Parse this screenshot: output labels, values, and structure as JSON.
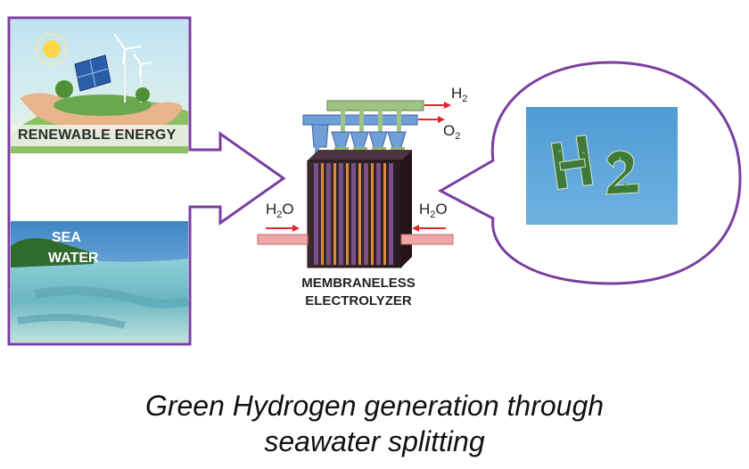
{
  "left_panel": {
    "top_image_label": "RENEWABLE ENERGY",
    "bottom_image_label_line1": "SEA",
    "bottom_image_label_line2": "WATER"
  },
  "electrolyzer": {
    "label_line1": "MEMBRANELESS",
    "label_line2": "ELECTROLYZER",
    "outputs": {
      "h2": "H",
      "h2_sub": "2",
      "o2": "O",
      "o2_sub": "2"
    },
    "inputs": {
      "left_h2o_a": "H",
      "left_h2o_sub": "2",
      "left_h2o_b": "O",
      "right_h2o_a": "H",
      "right_h2o_sub": "2",
      "right_h2o_b": "O"
    }
  },
  "caption": {
    "line1": "Green Hydrogen generation through",
    "line2": "seawater splitting"
  },
  "colors": {
    "outline": "#7a3ea0",
    "arrow": "#e8242a",
    "pipe_blue": "#5b8fc9",
    "pipe_green": "#8fb36b",
    "stack_dark": "#3b2430",
    "stack_stripe": "#7b4f8a",
    "sky": "#5aa6d6",
    "sea": "#7fc0cf"
  }
}
